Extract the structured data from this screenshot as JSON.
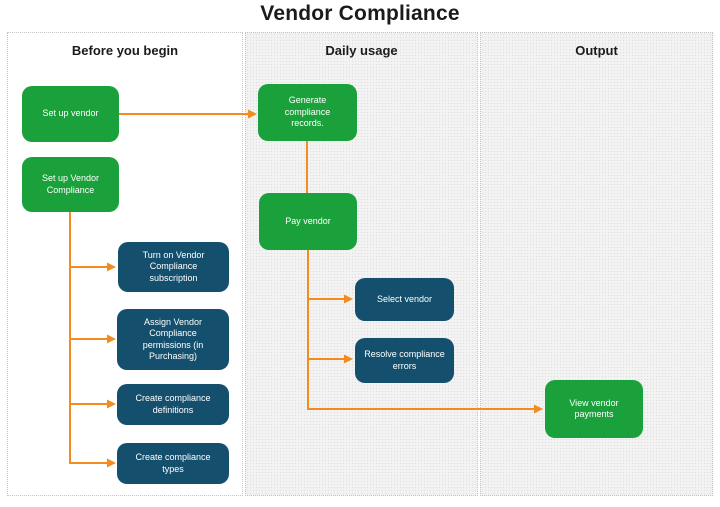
{
  "title": "Vendor Compliance",
  "colors": {
    "node_green": "#1ba13b",
    "node_blue": "#14506e",
    "arrow_orange": "#f28c1e",
    "text_on_node": "#ffffff",
    "heading_text": "#1b1b1b"
  },
  "columns": [
    {
      "header": "Before you begin",
      "boxes": [
        {
          "label": "Set up vendor",
          "type": "green"
        },
        {
          "label": "Set up Vendor Compliance",
          "type": "green"
        },
        {
          "label": "Turn on Vendor Compliance subscription",
          "type": "blue"
        },
        {
          "label": "Assign Vendor Compliance permissions (in Purchasing)",
          "type": "blue"
        },
        {
          "label": "Create compliance definitions",
          "type": "blue"
        },
        {
          "label": "Create compliance types",
          "type": "blue"
        }
      ]
    },
    {
      "header": "Daily usage",
      "boxes": [
        {
          "label": "Generate compliance records.",
          "type": "green"
        },
        {
          "label": "Pay vendor",
          "type": "green"
        },
        {
          "label": "Select vendor",
          "type": "blue"
        },
        {
          "label": "Resolve compliance errors",
          "type": "blue"
        }
      ]
    },
    {
      "header": "Output",
      "boxes": [
        {
          "label": "View vendor payments",
          "type": "green"
        }
      ]
    }
  ]
}
